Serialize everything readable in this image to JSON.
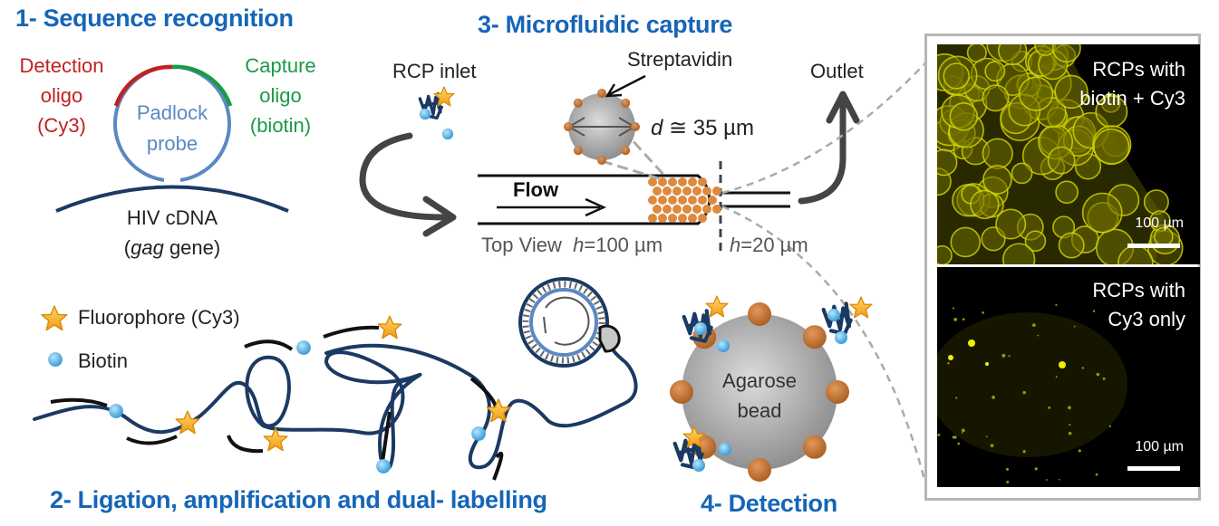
{
  "panel1": {
    "title": "1- Sequence recognition",
    "detection_oligo": [
      "Detection",
      "oligo",
      "(Cy3)"
    ],
    "capture_oligo": [
      "Capture",
      "oligo",
      "(biotin)"
    ],
    "padlock_probe": [
      "Padlock",
      "probe"
    ],
    "target_line1": "HIV cDNA",
    "target_gene_italic": "gag",
    "target_gene_suffix": " gene)",
    "target_gene_prefix": "("
  },
  "panel2": {
    "title": "2- Ligation, amplification and dual- labelling",
    "legend": [
      {
        "icon": "star-icon",
        "label": "Fluorophore (Cy3)"
      },
      {
        "icon": "biotin-sphere-icon",
        "label": "Biotin"
      }
    ]
  },
  "panel3": {
    "title": "3- Microfluidic capture",
    "inlet_label": "RCP inlet",
    "streptavidin_label": "Streptavidin",
    "diameter_var": "d",
    "diameter_value": " ≅ 35 µm",
    "outlet_label": "Outlet",
    "flow_label": "Flow",
    "top_view_label": "Top View",
    "height_var": "h",
    "height_wide": "=100 µm",
    "height_narrow": "=20 µm"
  },
  "panel4": {
    "title": "4- Detection",
    "bead_label": [
      "Agarose",
      "bead"
    ]
  },
  "micrographs": [
    {
      "caption": [
        "RCPs with",
        "biotin + Cy3"
      ],
      "scale": "100 µm",
      "signal": "bright"
    },
    {
      "caption": [
        "RCPs with",
        "Cy3 only"
      ],
      "scale": "100 µm",
      "signal": "dim"
    }
  ],
  "colors": {
    "title_blue": "#1565b8",
    "detection_red": "#c0211f",
    "capture_green": "#1a9a45",
    "probe_blue": "#5b88c4",
    "dna_navy": "#1b3a63",
    "star_orange": "#f5a623",
    "biotin_blue": "#4db3e6",
    "streptavidin_brown": "#c0732e",
    "fluorescence_yellow": "#d8d800"
  }
}
